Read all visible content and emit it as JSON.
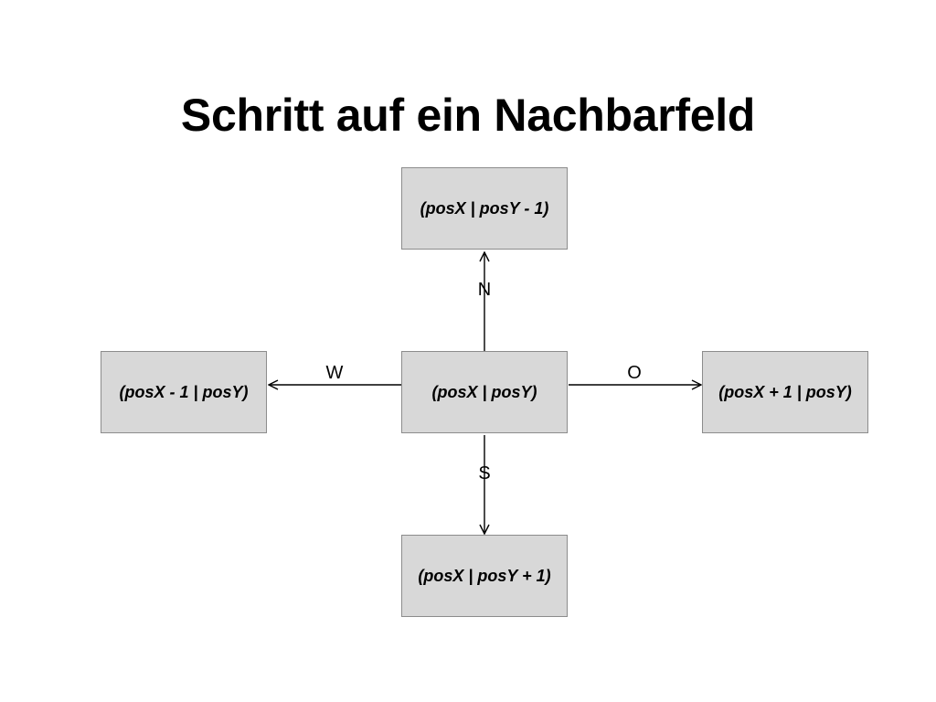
{
  "title": "Schritt auf ein Nachbarfeld",
  "boxes": {
    "center": "(posX | posY)",
    "north": "(posX | posY - 1)",
    "south": "(posX | posY + 1)",
    "west": "(posX - 1 | posY)",
    "east": "(posX + 1 | posY)"
  },
  "directions": {
    "north": "N",
    "south": "S",
    "west": "W",
    "east": "O"
  },
  "colors": {
    "box_fill": "#d8d8d8",
    "box_border": "#8c8c8c",
    "arrow": "#000000"
  }
}
